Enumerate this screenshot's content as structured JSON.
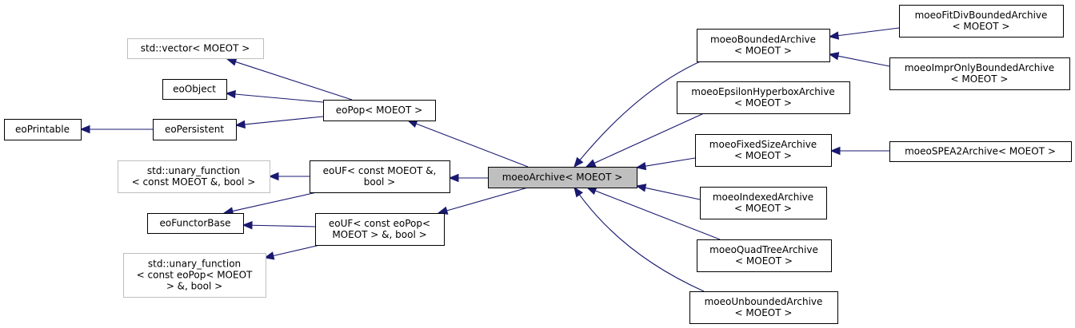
{
  "diagram": {
    "nodes": [
      {
        "id": "eoPrintable",
        "lines": [
          "eoPrintable"
        ],
        "external": false,
        "focus": false
      },
      {
        "id": "eoObject",
        "lines": [
          "eoObject"
        ],
        "external": false,
        "focus": false
      },
      {
        "id": "eoPersistent",
        "lines": [
          "eoPersistent"
        ],
        "external": false,
        "focus": false
      },
      {
        "id": "stdVector",
        "lines": [
          "std::vector< MOEOT >"
        ],
        "external": true,
        "focus": false
      },
      {
        "id": "eoPop",
        "lines": [
          "eoPop< MOEOT >"
        ],
        "external": false,
        "focus": false
      },
      {
        "id": "stdUnary1",
        "lines": [
          "std::unary_function",
          "< const MOEOT &, bool >"
        ],
        "external": true,
        "focus": false
      },
      {
        "id": "eoFunctorBase",
        "lines": [
          "eoFunctorBase"
        ],
        "external": false,
        "focus": false
      },
      {
        "id": "stdUnary2",
        "lines": [
          "std::unary_function",
          "< const eoPop< MOEOT",
          "> &, bool >"
        ],
        "external": true,
        "focus": false
      },
      {
        "id": "eoUF1",
        "lines": [
          "eoUF< const MOEOT &,",
          "bool >"
        ],
        "external": false,
        "focus": false
      },
      {
        "id": "eoUF2",
        "lines": [
          "eoUF< const eoPop<",
          "MOEOT > &, bool >"
        ],
        "external": false,
        "focus": false
      },
      {
        "id": "moeoArchive",
        "lines": [
          "moeoArchive< MOEOT >"
        ],
        "external": false,
        "focus": true
      },
      {
        "id": "moeoBounded",
        "lines": [
          "moeoBoundedArchive",
          "< MOEOT >"
        ],
        "external": false,
        "focus": false
      },
      {
        "id": "moeoEpsilon",
        "lines": [
          "moeoEpsilonHyperboxArchive",
          "< MOEOT >"
        ],
        "external": false,
        "focus": false
      },
      {
        "id": "moeoFixedSize",
        "lines": [
          "moeoFixedSizeArchive",
          "< MOEOT >"
        ],
        "external": false,
        "focus": false
      },
      {
        "id": "moeoIndexed",
        "lines": [
          "moeoIndexedArchive",
          "< MOEOT >"
        ],
        "external": false,
        "focus": false
      },
      {
        "id": "moeoQuadTree",
        "lines": [
          "moeoQuadTreeArchive",
          "< MOEOT >"
        ],
        "external": false,
        "focus": false
      },
      {
        "id": "moeoUnbounded",
        "lines": [
          "moeoUnboundedArchive",
          "< MOEOT >"
        ],
        "external": false,
        "focus": false
      },
      {
        "id": "moeoFitDiv",
        "lines": [
          "moeoFitDivBoundedArchive",
          "< MOEOT >"
        ],
        "external": false,
        "focus": false
      },
      {
        "id": "moeoImprOnly",
        "lines": [
          "moeoImprOnlyBoundedArchive",
          "< MOEOT >"
        ],
        "external": false,
        "focus": false
      },
      {
        "id": "moeoSPEA2",
        "lines": [
          "moeoSPEA2Archive< MOEOT >"
        ],
        "external": false,
        "focus": false
      }
    ],
    "edges": [
      {
        "from": "eoPersistent",
        "to": "eoPrintable"
      },
      {
        "from": "eoPop",
        "to": "stdVector"
      },
      {
        "from": "eoPop",
        "to": "eoObject"
      },
      {
        "from": "eoPop",
        "to": "eoPersistent"
      },
      {
        "from": "eoUF1",
        "to": "stdUnary1"
      },
      {
        "from": "eoUF1",
        "to": "eoFunctorBase"
      },
      {
        "from": "eoUF2",
        "to": "eoFunctorBase"
      },
      {
        "from": "eoUF2",
        "to": "stdUnary2"
      },
      {
        "from": "moeoArchive",
        "to": "eoPop"
      },
      {
        "from": "moeoArchive",
        "to": "eoUF1"
      },
      {
        "from": "moeoArchive",
        "to": "eoUF2"
      },
      {
        "from": "moeoBounded",
        "to": "moeoArchive"
      },
      {
        "from": "moeoEpsilon",
        "to": "moeoArchive"
      },
      {
        "from": "moeoFixedSize",
        "to": "moeoArchive"
      },
      {
        "from": "moeoIndexed",
        "to": "moeoArchive"
      },
      {
        "from": "moeoQuadTree",
        "to": "moeoArchive"
      },
      {
        "from": "moeoUnbounded",
        "to": "moeoArchive"
      },
      {
        "from": "moeoFitDiv",
        "to": "moeoBounded"
      },
      {
        "from": "moeoImprOnly",
        "to": "moeoBounded"
      },
      {
        "from": "moeoSPEA2",
        "to": "moeoFixedSize"
      }
    ],
    "colors": {
      "edge": "#191970",
      "focus_fill": "#bfbfbf",
      "external_border": "#bfbfbf",
      "border": "#000000"
    }
  }
}
